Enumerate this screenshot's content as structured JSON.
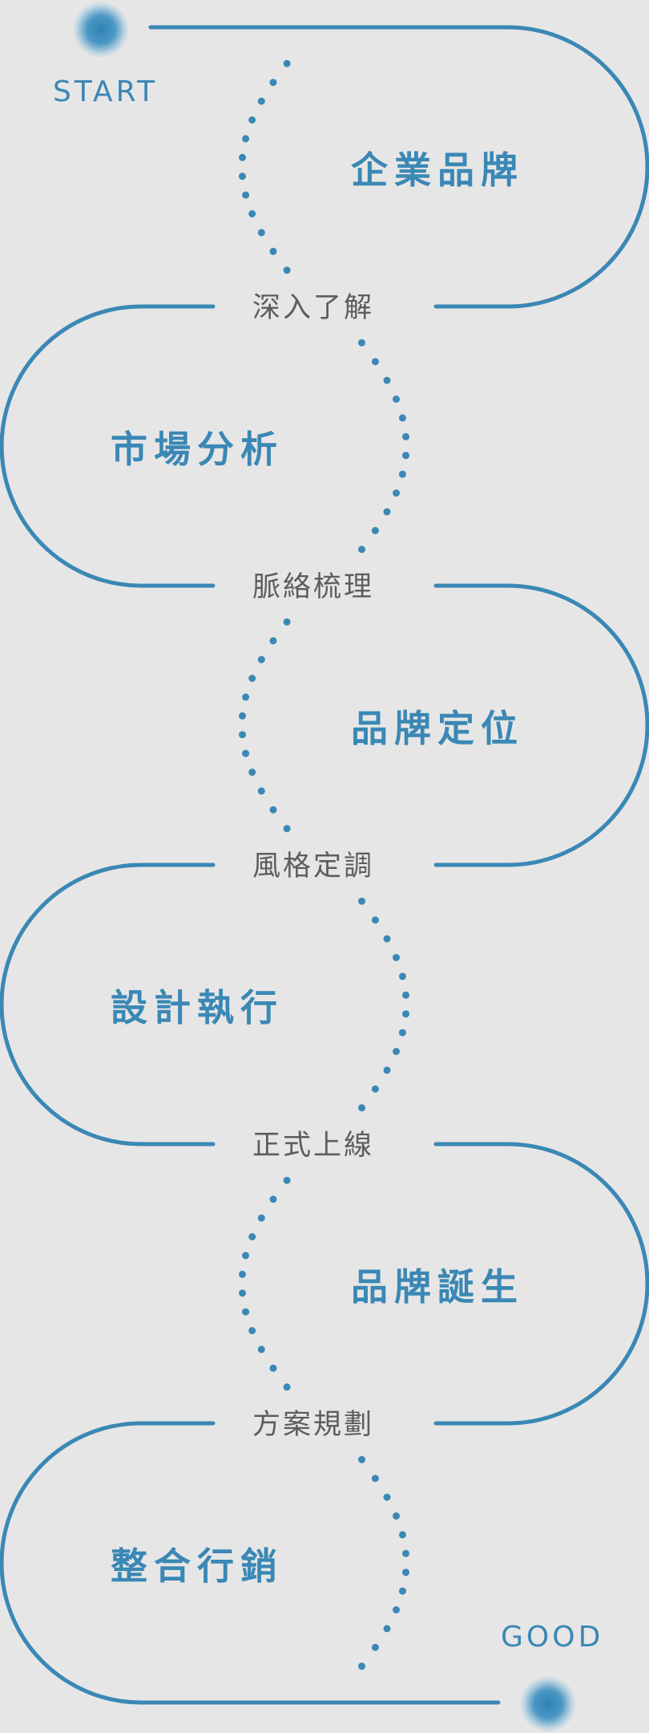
{
  "colors": {
    "background": "#e7e6e6",
    "accent": "#3a88b5",
    "label_text": "#5d5d5d"
  },
  "start_label": "START",
  "end_label": "GOOD",
  "stages": [
    {
      "title": "企業品牌"
    },
    {
      "title": "市場分析"
    },
    {
      "title": "品牌定位"
    },
    {
      "title": "設計執行"
    },
    {
      "title": "品牌誕生"
    },
    {
      "title": "整合行銷"
    }
  ],
  "connectors": [
    {
      "label": "深入了解"
    },
    {
      "label": "脈絡梳理"
    },
    {
      "label": "風格定調"
    },
    {
      "label": "正式上線"
    },
    {
      "label": "方案規劃"
    }
  ]
}
